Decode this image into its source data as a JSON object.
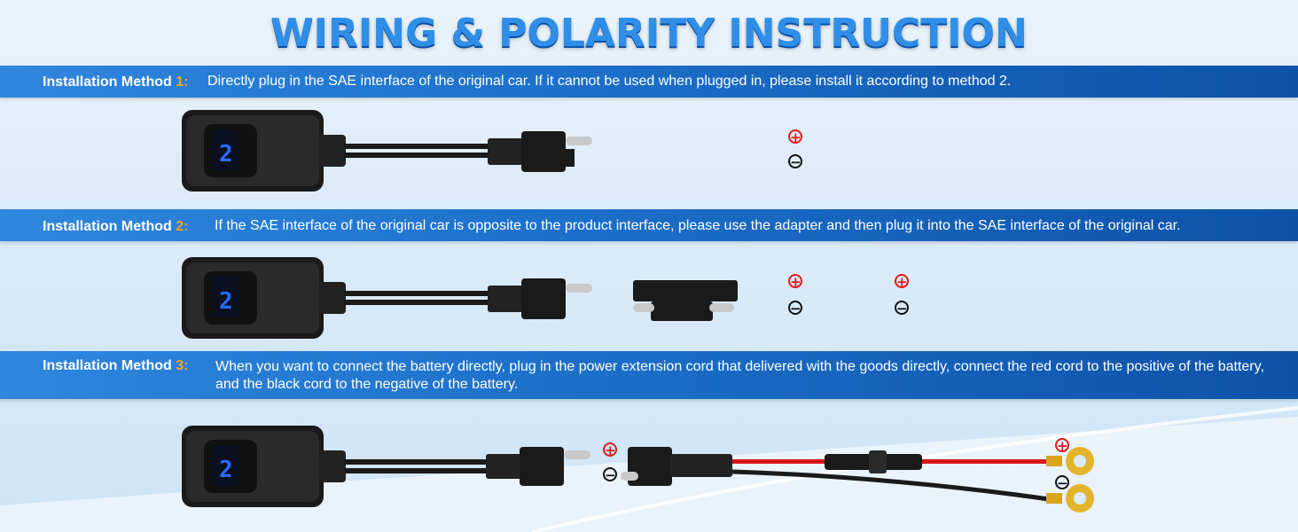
{
  "title": "WIRING & POLARITY INSTRUCTION",
  "methods": [
    {
      "label": "Installation Method",
      "number": "1:",
      "text": "Directly plug in the SAE interface of the original car. If it cannot be used when plugged in, please install it according to method 2."
    },
    {
      "label": "Installation Method",
      "number": "2:",
      "text": "If the SAE interface of the original car is opposite to the product interface, please use the adapter and then plug it into the SAE  interface of the original car."
    },
    {
      "label": "Installation Method",
      "number": "3:",
      "text": "When you want to connect the battery directly, plug in the power extension cord that delivered with the goods directly, connect the red cord to the positive of the battery, and the black cord to the negative of the battery."
    }
  ],
  "symbols": {
    "positive": "+",
    "negative": "−"
  },
  "colors": {
    "title_blue": "#2f8fe8",
    "band_blue": "#1c6fc9",
    "accent_orange": "#f3a524",
    "display_blue": "#2b6bff",
    "positive_red": "#e01b1b",
    "negative_black": "#111111"
  },
  "icons": [
    "voltmeter-plug-icon",
    "sae-connector-icon",
    "sae-adapter-icon",
    "fuse-holder-icon",
    "ring-terminal-icon"
  ]
}
